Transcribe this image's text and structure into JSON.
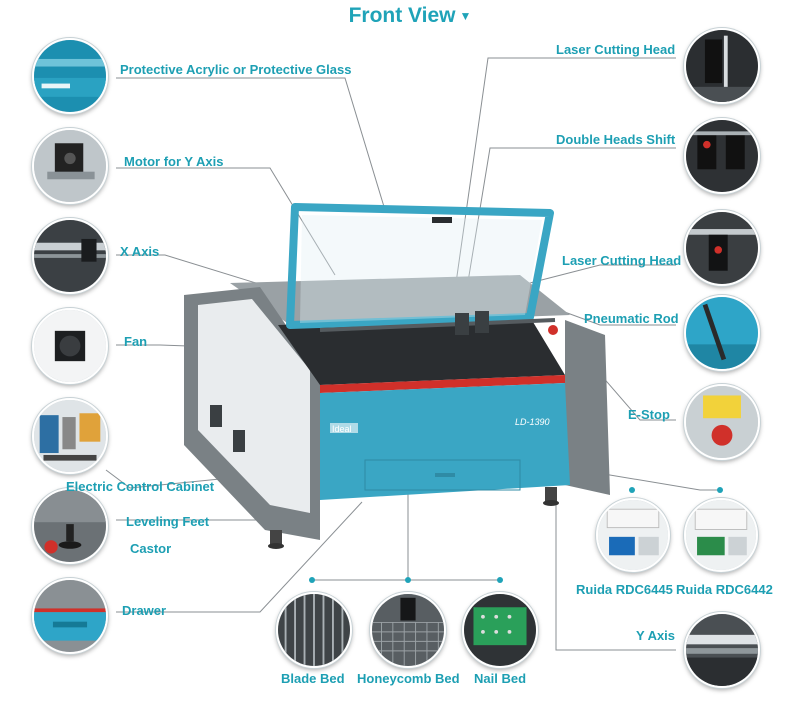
{
  "title": "Front View",
  "machine": {
    "brand_label": "Ideal",
    "model_label": "LD-1390"
  },
  "labels": {
    "protective_glass": "Protective Acrylic or Protective Glass",
    "motor_y_axis": "Motor for Y Axis",
    "x_axis": "X Axis",
    "fan": "Fan",
    "electric_control_cabinet": "Electric Control Cabinet",
    "leveling_feet": "Leveling Feet",
    "castor": "Castor",
    "drawer": "Drawer",
    "laser_cutting_head_1": "Laser Cutting Head",
    "double_heads_shift": "Double Heads Shift",
    "laser_cutting_head_2": "Laser Cutting Head",
    "pneumatic_rod": "Pneumatic Rod",
    "e_stop": "E-Stop",
    "ruida_6445": "Ruida RDC6445",
    "ruida_6442": "Ruida RDC6442",
    "y_axis": "Y Axis",
    "blade_bed": "Blade Bed",
    "honeycomb_bed": "Honeycomb Bed",
    "nail_bed": "Nail Bed"
  },
  "icons": {
    "title_arrow": "triangle-down-icon"
  },
  "colors": {
    "accent": "#1fa3b8",
    "machine_blue": "#3aa6c4",
    "machine_gray": "#7a8185",
    "leader_line": "#8a8f93",
    "accent_red": "#d0302a"
  }
}
